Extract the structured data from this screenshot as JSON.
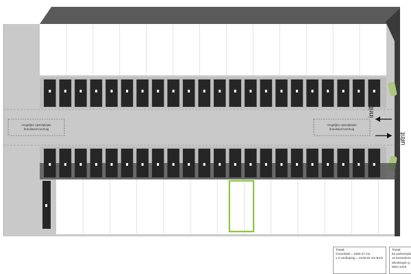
{
  "plan": {
    "entrance_label": "inrit",
    "exit_label": "uitrit",
    "fire_zone_label_lines": [
      "mogelijke opstelplaats",
      "brandweervoertuig"
    ],
    "bay_count_top": 22,
    "bay_count_bottom": 22,
    "storage_count_top": 13,
    "storage_count_bottom": 12,
    "highlighted_storage_index": 7
  },
  "legend_left": {
    "lines": [
      "Totaal:",
      "Grondvlak = 1050,47 m2",
      "x 2 verdieping = 2100,94 m2 BVO"
    ]
  },
  "legend_right": {
    "lines": [
      "Totaal:",
      "62 parkeerplaatsen",
      "14 bezoekersp",
      "afmetingen p",
      "NEN 2443"
    ]
  },
  "colors": {
    "concrete": "#c9c9c9",
    "dark_band": "#4e4e4e",
    "bay": "#262626",
    "highlight": "#8cc63f",
    "green_strip": "#a9c87a"
  }
}
